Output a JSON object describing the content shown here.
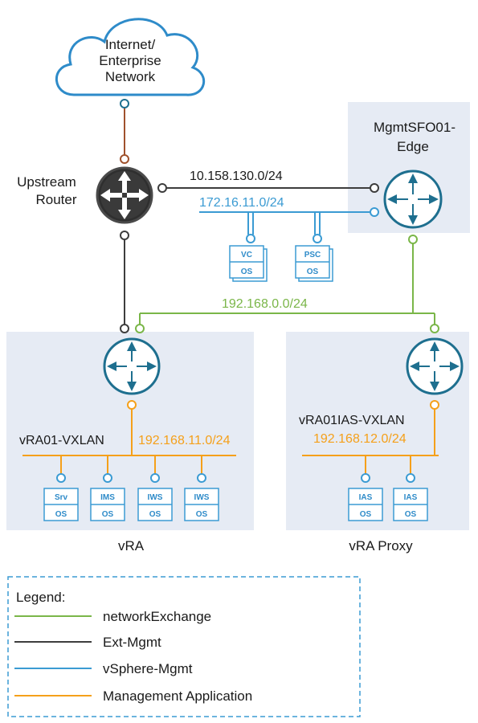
{
  "cloud": {
    "line1": "Internet/",
    "line2": "Enterprise",
    "line3": "Network"
  },
  "router": {
    "line1": "Upstream",
    "line2": "Router"
  },
  "edge": {
    "line1": "MgmtSFO01-",
    "line2": "Edge"
  },
  "networks": {
    "ext_mgmt": "10.158.130.0/24",
    "vsphere_mgmt": "172.16.11.0/24",
    "exchange": "192.168.0.0/24",
    "vra": "192.168.11.0/24",
    "vra_proxy": "192.168.12.0/24"
  },
  "mgmt_vms": [
    {
      "top": "VC",
      "bottom": "OS"
    },
    {
      "top": "PSC",
      "bottom": "OS"
    }
  ],
  "vra_box": {
    "switch_label": "vRA01-VXLAN",
    "caption": "vRA",
    "vms": [
      {
        "top": "Srv",
        "bottom": "OS"
      },
      {
        "top": "IMS",
        "bottom": "OS"
      },
      {
        "top": "IWS",
        "bottom": "OS"
      },
      {
        "top": "IWS",
        "bottom": "OS"
      }
    ]
  },
  "proxy_box": {
    "switch_label": "vRA01IAS-VXLAN",
    "caption": "vRA Proxy",
    "vms": [
      {
        "top": "IAS",
        "bottom": "OS"
      },
      {
        "top": "IAS",
        "bottom": "OS"
      }
    ]
  },
  "legend": {
    "title": "Legend:",
    "items": [
      {
        "label": "networkExchange",
        "color": "#7ab648"
      },
      {
        "label": "Ext-Mgmt",
        "color": "#3d3d3d"
      },
      {
        "label": "vSphere-Mgmt",
        "color": "#3b9bd3"
      },
      {
        "label": "Management Application",
        "color": "#f5a01a"
      }
    ]
  },
  "colors": {
    "green": "#7ab648",
    "dark": "#3d3d3d",
    "blue": "#3b9bd3",
    "orange": "#f5a01a",
    "brown": "#a0522d",
    "teal": "#1e6f8f",
    "panel": "#e6ebf4"
  }
}
